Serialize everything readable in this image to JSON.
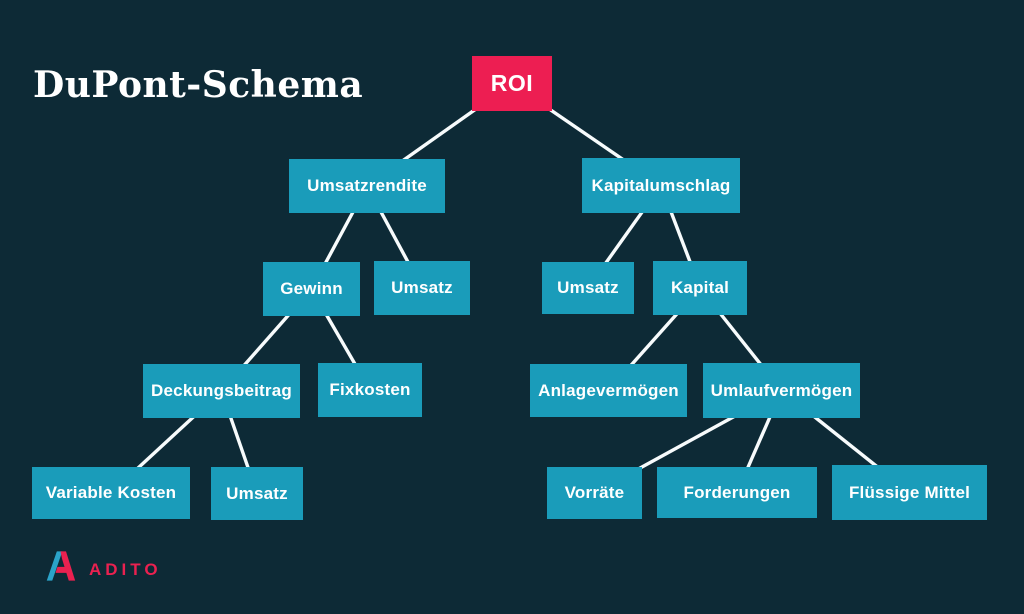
{
  "title": "DuPont-Schema",
  "logo": {
    "brand": "ADITO"
  },
  "colors": {
    "background": "#0d2a36",
    "node": "#1a9cba",
    "root": "#ed1e52",
    "line": "#f7fbfc",
    "text": "#ffffff",
    "logo_blue": "#2ba3c9",
    "logo_pink": "#ea2150"
  },
  "diagram": {
    "type": "tree",
    "root_label": "ROI",
    "nodes": [
      {
        "id": "roi",
        "label": "ROI",
        "parent": null
      },
      {
        "id": "umsatzrendite",
        "label": "Umsatzrendite",
        "parent": "roi"
      },
      {
        "id": "kapitalumschlag",
        "label": "Kapitalumschlag",
        "parent": "roi"
      },
      {
        "id": "gewinn",
        "label": "Gewinn",
        "parent": "umsatzrendite"
      },
      {
        "id": "umsatz-1",
        "label": "Umsatz",
        "parent": "umsatzrendite"
      },
      {
        "id": "umsatz-2",
        "label": "Umsatz",
        "parent": "kapitalumschlag"
      },
      {
        "id": "kapital",
        "label": "Kapital",
        "parent": "kapitalumschlag"
      },
      {
        "id": "deckungsbeitrag",
        "label": "Deckungsbeitrag",
        "parent": "gewinn"
      },
      {
        "id": "fixkosten",
        "label": "Fixkosten",
        "parent": "gewinn"
      },
      {
        "id": "anlagevermoegen",
        "label": "Anlagevermögen",
        "parent": "kapital"
      },
      {
        "id": "umlaufvermoegen",
        "label": "Umlaufvermögen",
        "parent": "kapital"
      },
      {
        "id": "variable-kosten",
        "label": "Variable Kosten",
        "parent": "deckungsbeitrag"
      },
      {
        "id": "umsatz-3",
        "label": "Umsatz",
        "parent": "deckungsbeitrag"
      },
      {
        "id": "vorraete",
        "label": "Vorräte",
        "parent": "umlaufvermoegen"
      },
      {
        "id": "forderungen",
        "label": "Forderungen",
        "parent": "umlaufvermoegen"
      },
      {
        "id": "fluessige-mittel",
        "label": "Flüssige Mittel",
        "parent": "umlaufvermoegen"
      }
    ]
  }
}
